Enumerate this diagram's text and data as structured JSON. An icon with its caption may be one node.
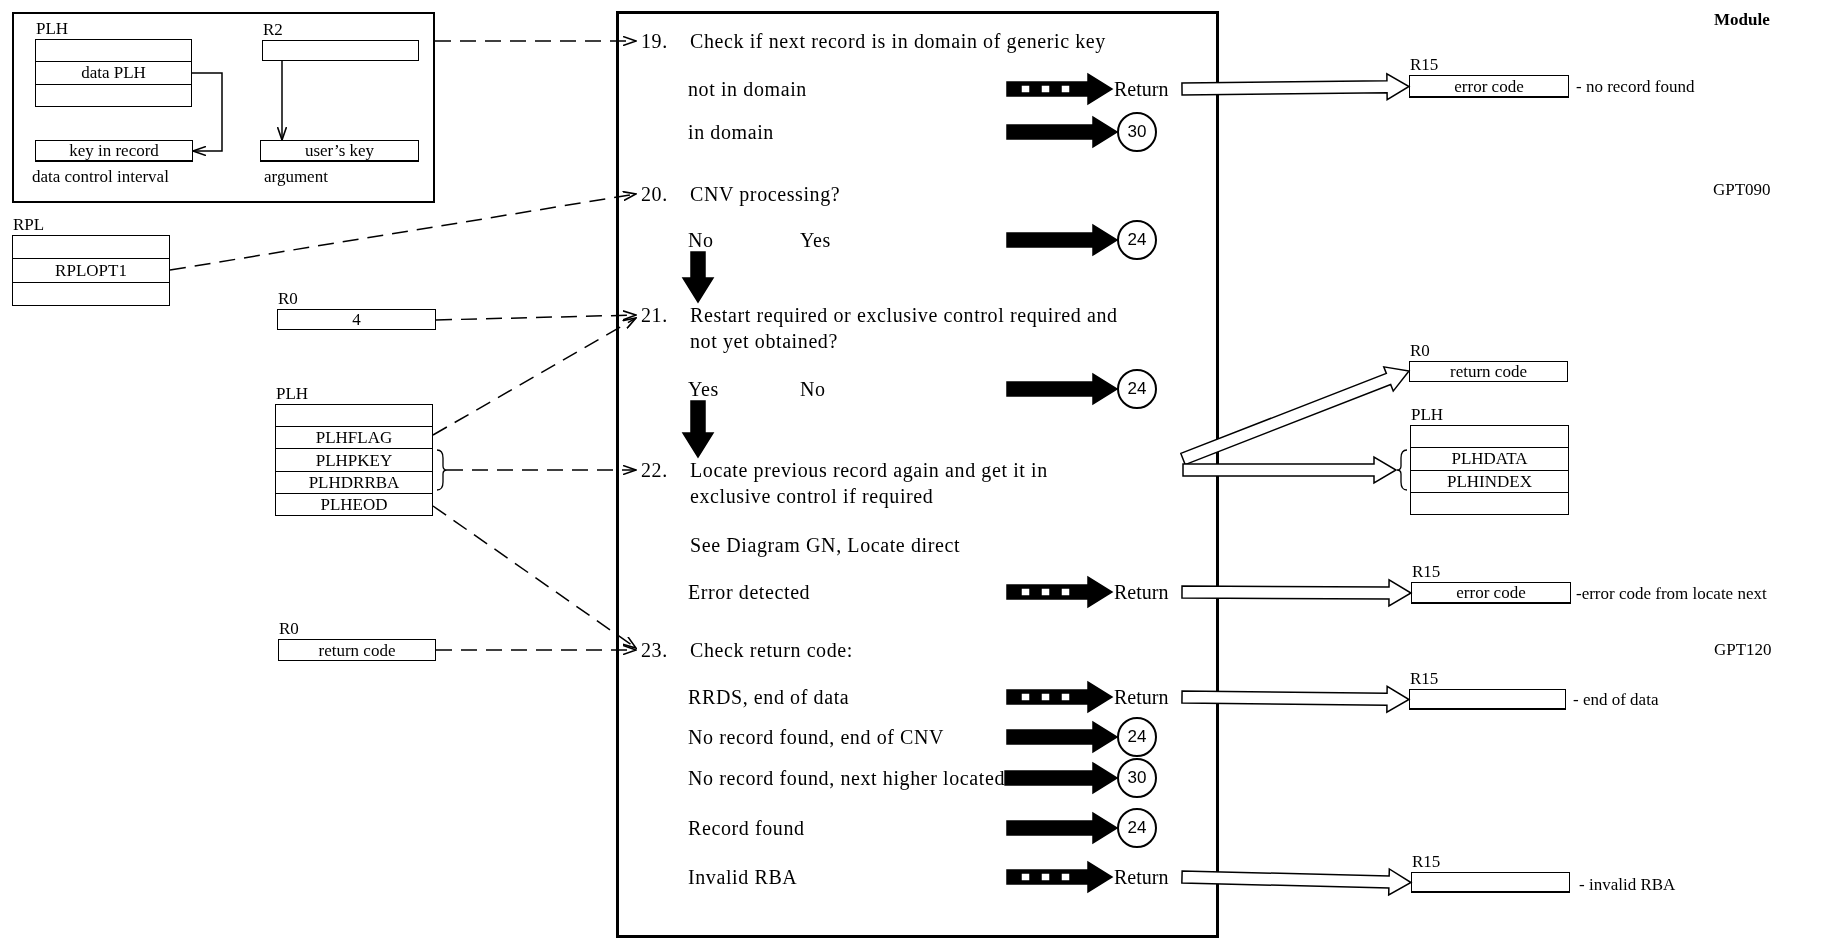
{
  "diagram": {
    "nodes": [
      {
        "text": [],
        "shape": "box"
      },
      {
        "text": [
          "PLH",
          "data PLH"
        ],
        "in": 0
      },
      {
        "text": [
          "key in record"
        ],
        "beside": [
          "data control interval"
        ],
        "in": 0
      },
      {
        "text": [
          "R2"
        ],
        "in": 0
      },
      {
        "text": [
          "user’s key"
        ],
        "beside": [
          "argument"
        ],
        "in": 0
      },
      {
        "text": [
          "RPL",
          "RPLOPT1"
        ]
      },
      {
        "text": [
          "R0",
          "4"
        ]
      },
      {
        "text": [
          "PLH",
          "PLHFLAG",
          "PLHPKEY",
          "PLHDRRBA",
          "PLHEOD"
        ]
      },
      {
        "text": [
          "R0",
          "return code"
        ]
      },
      {
        "text": [],
        "shape": "box"
      },
      {
        "text": [
          "19.",
          "Check if next record is in domain of generic key"
        ],
        "in": 9
      },
      {
        "text": [
          "Return"
        ],
        "in": 9
      },
      {
        "text": [
          "30"
        ],
        "in": 9
      },
      {
        "text": [
          "20.",
          "CNV processing?"
        ],
        "in": 9
      },
      {
        "text": [
          "No"
        ],
        "in": 9
      },
      {
        "text": [
          "24"
        ],
        "in": 9
      },
      {
        "text": [
          "21.",
          "Restart required or exclusive control required and not yet obtained?"
        ],
        "in": 9
      },
      {
        "text": [
          "Yes"
        ],
        "in": 9
      },
      {
        "text": [
          "24"
        ],
        "in": 9
      },
      {
        "text": [
          "22.",
          "Locate previous record again and get it in exclusive control if required"
        ],
        "in": 9
      },
      {
        "text": [
          "Return"
        ],
        "in": 9
      },
      {
        "text": [
          "23.",
          "Check return code:"
        ],
        "in": 9
      },
      {
        "text": [
          "Return"
        ],
        "in": 9
      },
      {
        "text": [
          "24"
        ],
        "in": 9
      },
      {
        "text": [
          "No record found, next higher located"
        ],
        "in": 9
      },
      {
        "text": [
          "30"
        ],
        "in": 9
      },
      {
        "text": [
          "24"
        ],
        "in": 9
      },
      {
        "text": [
          "Return"
        ],
        "in": 9
      },
      {
        "text": [
          "R15",
          "error code"
        ],
        "beside": [
          "- no record found"
        ]
      },
      {
        "text": [
          "R0",
          "return code"
        ]
      },
      {
        "text": [
          "PLH",
          "PLHDATA",
          "PLHINDEX"
        ]
      },
      {
        "text": [
          "R15",
          "error code"
        ],
        "beside": [
          "-error code from locate next"
        ]
      },
      {
        "text": [
          "R15"
        ],
        "beside": [
          "- end of data"
        ]
      },
      {
        "text": [
          "R15"
        ],
        "beside": [
          "- invalid RBA"
        ]
      }
    ],
    "edges": [
      {
        "from": 1,
        "to": 2,
        "arrow": "to"
      },
      {
        "from": 3,
        "to": 4,
        "arrow": "to"
      },
      {
        "from": 0,
        "to": 10,
        "arrow": "to",
        "style": "dashed"
      },
      {
        "from": 5,
        "to": 13,
        "arrow": "to",
        "style": "dashed"
      },
      {
        "from": 6,
        "to": 16,
        "arrow": "to",
        "style": "dashed"
      },
      {
        "from": 7,
        "to": 16,
        "arrow": "to",
        "style": "dashed"
      },
      {
        "from": 7,
        "to": 19,
        "arrow": "to",
        "style": "dashed"
      },
      {
        "from": 7,
        "to": 21,
        "arrow": "to",
        "style": "dashed"
      },
      {
        "from": 8,
        "to": 21,
        "arrow": "to",
        "style": "dashed"
      },
      {
        "from": null,
        "to": 11,
        "arrow": "to",
        "style": "dashed"
      },
      {
        "from": null,
        "to": 12,
        "arrow": "to",
        "style": "thick"
      },
      {
        "from": 14,
        "to": 16,
        "arrow": "to",
        "style": "thick"
      },
      {
        "from": null,
        "to": 15,
        "arrow": "to",
        "style": "thick"
      },
      {
        "from": 17,
        "to": 19,
        "arrow": "to",
        "style": "thick"
      },
      {
        "from": null,
        "to": 18,
        "arrow": "to",
        "style": "thick"
      },
      {
        "from": null,
        "to": 20,
        "arrow": "to",
        "style": "dashed"
      },
      {
        "from": null,
        "to": 22,
        "arrow": "to",
        "style": "dashed"
      },
      {
        "from": null,
        "to": 23,
        "arrow": "to",
        "style": "thick"
      },
      {
        "from": 24,
        "to": 25,
        "arrow": "to",
        "style": "thick"
      },
      {
        "from": null,
        "to": 26,
        "arrow": "to",
        "style": "thick"
      },
      {
        "from": null,
        "to": 27,
        "arrow": "to",
        "style": "dashed"
      },
      {
        "from": 11,
        "to": 28,
        "arrow": "to",
        "style": "thick",
        "color": "#ffffff"
      },
      {
        "from": 19,
        "to": 29,
        "arrow": "to",
        "style": "thick",
        "color": "#ffffff"
      },
      {
        "from": 19,
        "to": 30,
        "arrow": "to",
        "style": "thick",
        "color": "#ffffff"
      },
      {
        "from": 20,
        "to": 31,
        "arrow": "to",
        "style": "thick",
        "color": "#ffffff"
      },
      {
        "from": 22,
        "to": 32,
        "arrow": "to",
        "style": "thick",
        "color": "#ffffff"
      },
      {
        "from": 27,
        "to": 33,
        "arrow": "to",
        "style": "thick",
        "color": "#ffffff"
      }
    ],
    "labels": [
      "Module",
      "not in domain",
      "in domain",
      "GPT090",
      "Yes",
      "No",
      "See Diagram GN, Locate direct",
      "Error detected",
      "GPT120",
      "RRDS, end of data",
      "No record found, end of CNV",
      "Record found",
      "Invalid RBA"
    ]
  }
}
